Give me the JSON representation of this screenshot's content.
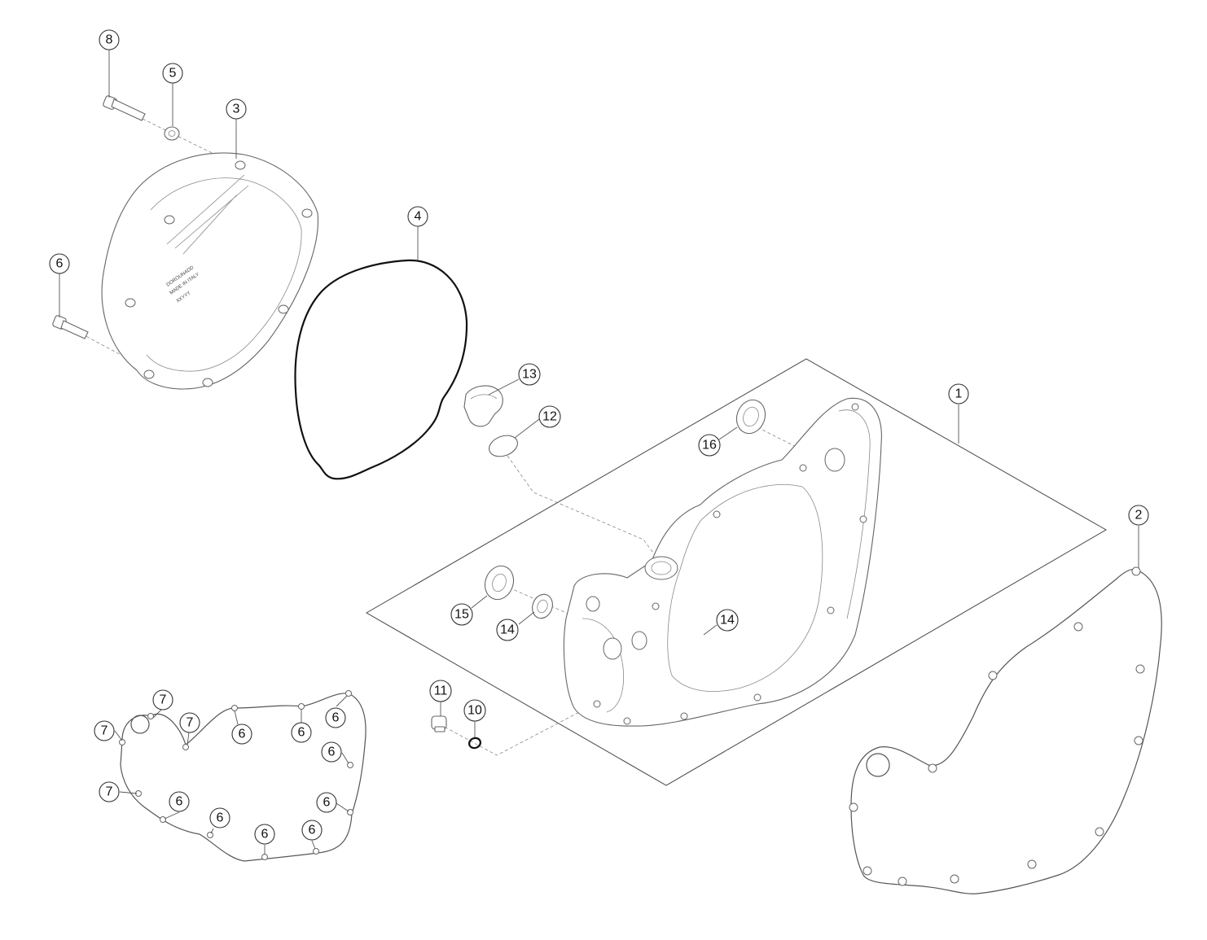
{
  "diagram": {
    "callouts": [
      {
        "id": "c8",
        "label": "8"
      },
      {
        "id": "c5",
        "label": "5"
      },
      {
        "id": "c3",
        "label": "3"
      },
      {
        "id": "c6a",
        "label": "6"
      },
      {
        "id": "c4",
        "label": "4"
      },
      {
        "id": "c13",
        "label": "13"
      },
      {
        "id": "c12",
        "label": "12"
      },
      {
        "id": "c1",
        "label": "1"
      },
      {
        "id": "c16",
        "label": "16"
      },
      {
        "id": "c2",
        "label": "2"
      },
      {
        "id": "c15",
        "label": "15"
      },
      {
        "id": "c14a",
        "label": "14"
      },
      {
        "id": "c14b",
        "label": "14"
      },
      {
        "id": "c11",
        "label": "11"
      },
      {
        "id": "c10",
        "label": "10"
      },
      {
        "id": "g7a",
        "label": "7"
      },
      {
        "id": "g7b",
        "label": "7"
      },
      {
        "id": "g7c",
        "label": "7"
      },
      {
        "id": "g7d",
        "label": "7"
      },
      {
        "id": "g6a",
        "label": "6"
      },
      {
        "id": "g6b",
        "label": "6"
      },
      {
        "id": "g6c",
        "label": "6"
      },
      {
        "id": "g6d",
        "label": "6"
      },
      {
        "id": "g6e",
        "label": "6"
      },
      {
        "id": "g6f",
        "label": "6"
      },
      {
        "id": "g6g",
        "label": "6"
      },
      {
        "id": "g6h",
        "label": "6"
      },
      {
        "id": "g6i",
        "label": "6"
      }
    ],
    "cover_stamp": {
      "line1": "DOROUNADD",
      "line2": "MADE IN ITALY",
      "line3": "XXYYY"
    },
    "colors": {
      "line": "#555555",
      "gasket_bold": "#111111",
      "background": "#ffffff"
    }
  }
}
